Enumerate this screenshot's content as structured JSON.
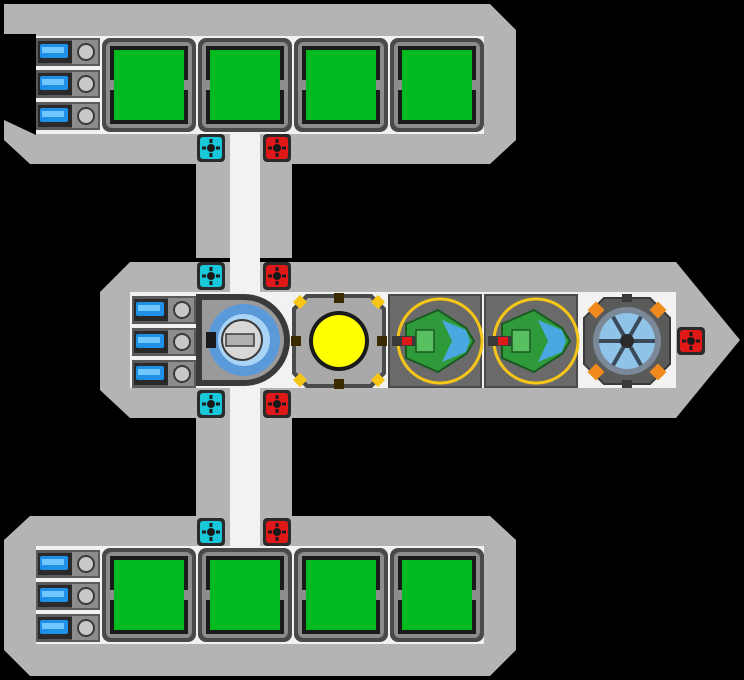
{
  "ship": {
    "hull_color": "#b4b4b4",
    "deck_color": "#f2f2f2",
    "room_border": "#4a4a4a",
    "module_fill": "#00bb1f",
    "reactor_color": "#ffff00"
  },
  "upper_wing": {
    "thrusters": [
      {
        "name": "thruster",
        "type": "blue-thruster"
      },
      {
        "name": "thruster",
        "type": "blue-thruster"
      },
      {
        "name": "thruster",
        "type": "blue-thruster"
      }
    ],
    "modules": [
      {
        "type": "green-module"
      },
      {
        "type": "green-module"
      },
      {
        "type": "green-module"
      },
      {
        "type": "green-module"
      }
    ]
  },
  "lower_wing": {
    "thrusters": [
      {
        "type": "blue-thruster"
      },
      {
        "type": "blue-thruster"
      },
      {
        "type": "blue-thruster"
      }
    ],
    "modules": [
      {
        "type": "green-module"
      },
      {
        "type": "green-module"
      },
      {
        "type": "green-module"
      },
      {
        "type": "green-module"
      }
    ]
  },
  "core": {
    "thrusters": [
      {
        "type": "blue-thruster"
      },
      {
        "type": "blue-thruster"
      },
      {
        "type": "blue-thruster"
      }
    ],
    "modules": [
      {
        "type": "cockpit"
      },
      {
        "type": "reactor"
      },
      {
        "type": "green-turret"
      },
      {
        "type": "green-turret"
      },
      {
        "type": "shield-generator"
      }
    ]
  },
  "connectors": {
    "cyan": "#18c8d8",
    "red": "#e01818"
  }
}
